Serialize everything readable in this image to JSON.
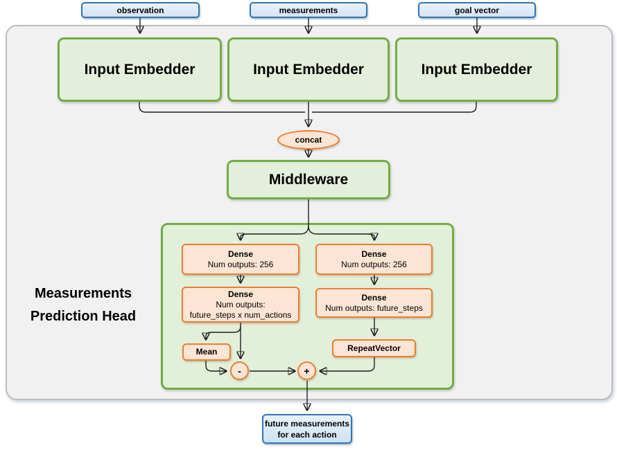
{
  "inputs": [
    {
      "label": "observation"
    },
    {
      "label": "measurements"
    },
    {
      "label": "goal vector"
    }
  ],
  "embedders": [
    {
      "label": "Input Embedder"
    },
    {
      "label": "Input Embedder"
    },
    {
      "label": "Input Embedder"
    }
  ],
  "concat": {
    "label": "concat"
  },
  "middleware": {
    "label": "Middleware"
  },
  "head": {
    "title_line1": "Measurements",
    "title_line2": "Prediction Head",
    "dense_left1": {
      "title": "Dense",
      "subtitle": "Num outputs: 256"
    },
    "dense_right1": {
      "title": "Dense",
      "subtitle": "Num outputs: 256"
    },
    "dense_left2": {
      "title": "Dense",
      "subtitle_line1": "Num outputs:",
      "subtitle_line2": "future_steps x num_actions"
    },
    "dense_right2": {
      "title": "Dense",
      "subtitle": "Num outputs: future_steps"
    },
    "mean_label": "Mean",
    "repeat_label": "RepeatVector",
    "minus_label": "-",
    "plus_label": "+"
  },
  "output": {
    "line1": "future measurements",
    "line2": "for each action"
  },
  "colors": {
    "blue_border": "#2e75b6",
    "blue_fill": "#d9e8f6",
    "green_border": "#70ad47",
    "green_fill": "#e3efda",
    "orange_border": "#ed7d31",
    "orange_fill": "#fce5d5",
    "frame_fill": "#f1f1f2",
    "frame_border": "#bdbdc0",
    "line_color": "#1f1f1f"
  }
}
